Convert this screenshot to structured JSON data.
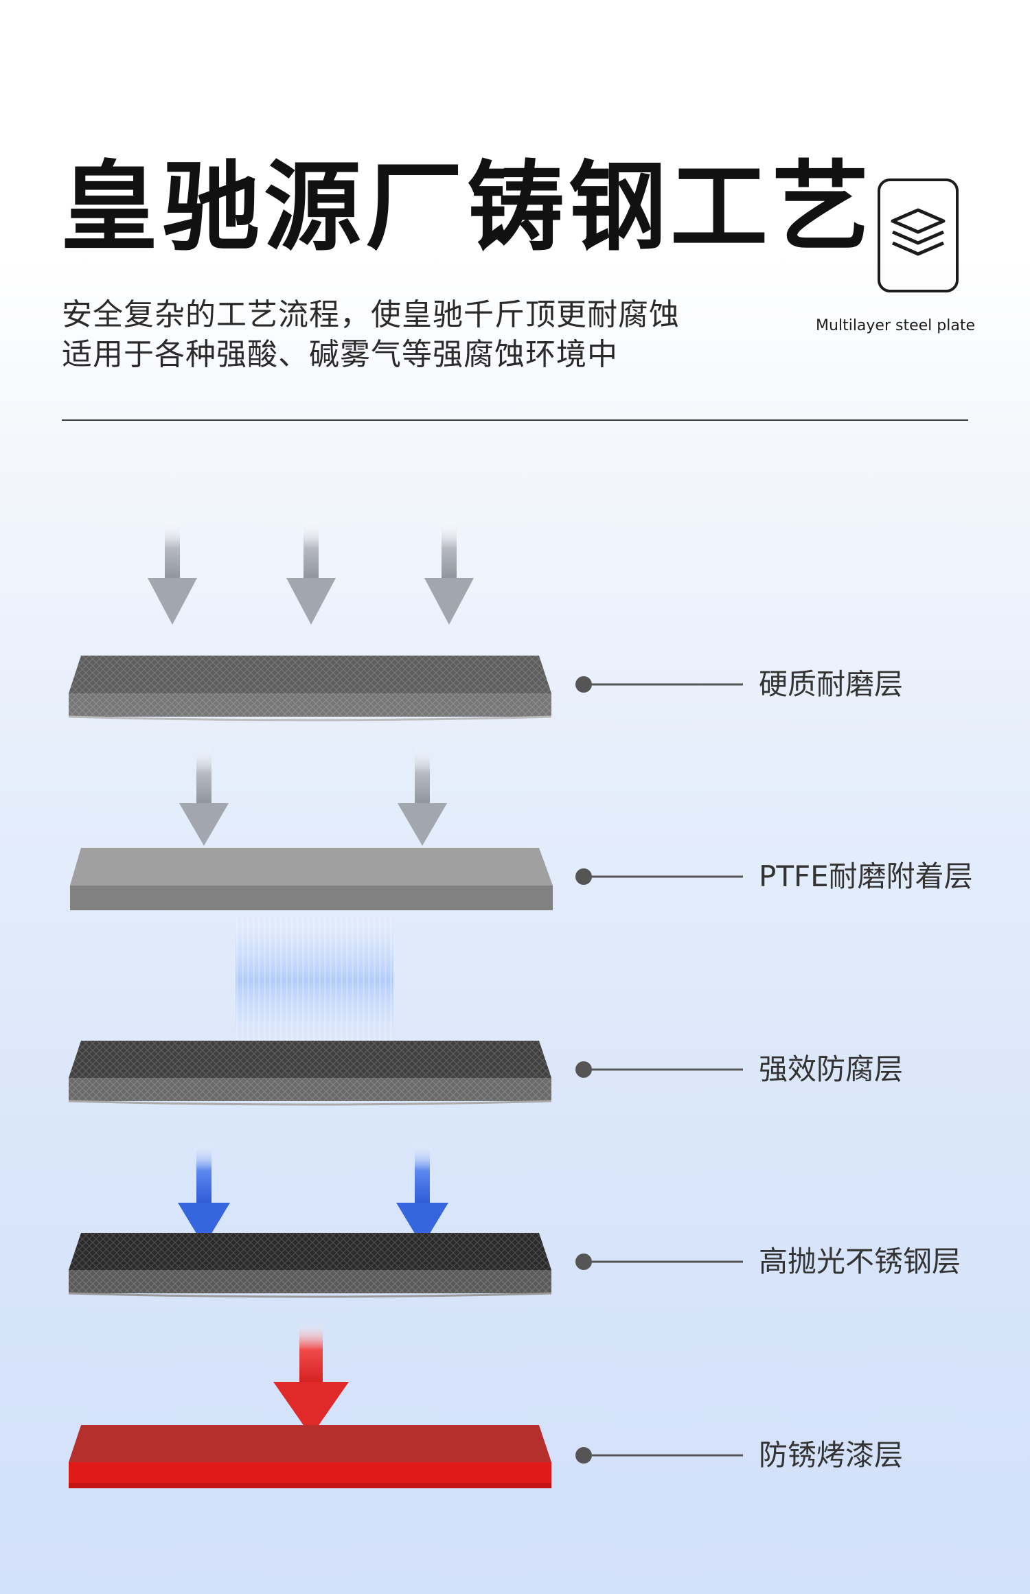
{
  "header": {
    "title": "皇驰源厂铸钢工艺",
    "subtitle_line1": "安全复杂的工艺流程，使皇驰千斤顶更耐腐蚀",
    "subtitle_line2": "适用于各种强酸、碱雾气等强腐蚀环境中",
    "badge_icon": "layers-icon",
    "badge_caption": "Multilayer steel plate"
  },
  "layers": [
    {
      "label": "硬质耐磨层",
      "color": "#5b5b5b"
    },
    {
      "label": "PTFE耐磨附着层",
      "color": "#8a8a8a"
    },
    {
      "label": "强效防腐层",
      "color": "#3f3f3f"
    },
    {
      "label": "高抛光不锈钢层",
      "color": "#2a2a2a"
    },
    {
      "label": "防锈烤漆层",
      "color": "#d42020"
    }
  ],
  "colors": {
    "arrow_gray": "#9ea3ad",
    "arrow_blue": "#3c6ee0",
    "arrow_red": "#e02a2a",
    "connector": "#555555"
  }
}
